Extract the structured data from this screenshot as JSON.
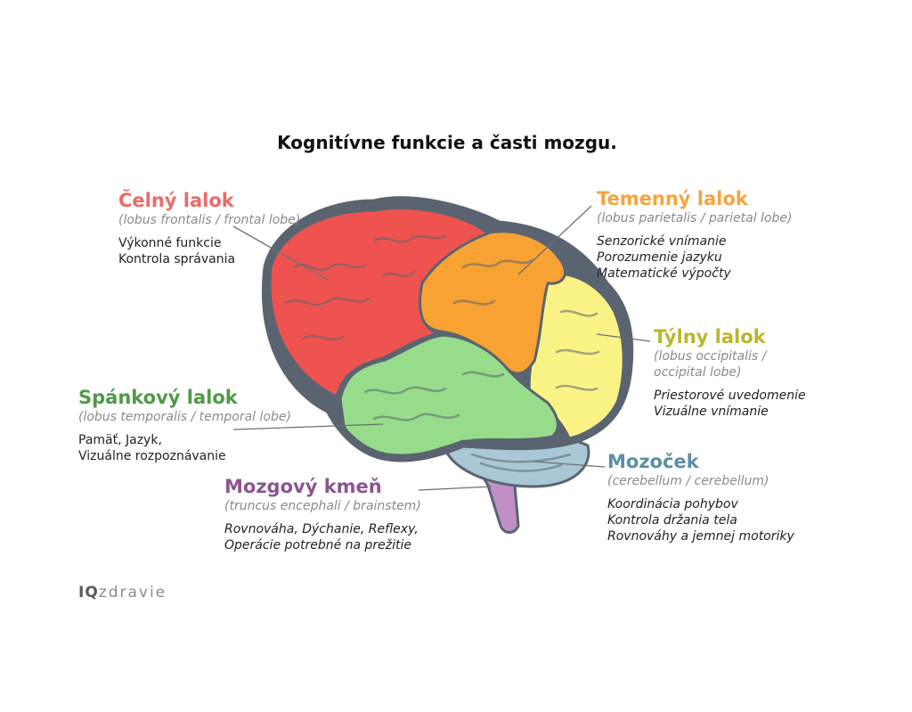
{
  "title": "Kognitívne funkcie a časti mozgu.",
  "colors": {
    "frontal": "#ef5350",
    "parietal": "#f7a233",
    "occipital": "#fbf285",
    "temporal": "#97dc8b",
    "cerebellum": "#a9c7d4",
    "brainstem": "#c18fc6",
    "outline": "#5a6470",
    "frontal_title": "#ec6a6a",
    "parietal_title": "#f5a441",
    "occipital_title": "#b9b62d",
    "temporal_title": "#4f9a47",
    "cerebellum_title": "#5b8fa2",
    "brainstem_title": "#8b5591"
  },
  "lobes": {
    "frontal": {
      "name": "Čelný lalok",
      "latin": "(lobus frontalis / frontal lobe)",
      "functions": [
        "Výkonné funkcie",
        "Kontrola správania"
      ]
    },
    "parietal": {
      "name": "Temenný lalok",
      "latin": "(lobus parietalis / parietal lobe)",
      "functions": [
        "Senzorické vnímanie",
        "Porozumenie jazyku",
        "Matematické výpočty"
      ]
    },
    "occipital": {
      "name": "Týlny lalok",
      "latin": [
        "(lobus occipitalis /",
        "occipital lobe)"
      ],
      "functions": [
        "Priestorové uvedomenie",
        "Vizuálne vnímanie"
      ]
    },
    "temporal": {
      "name": "Spánkový lalok",
      "latin": "(lobus temporalis / temporal lobe)",
      "functions": [
        "Pamäť, Jazyk,",
        "Vizuálne rozpoznávanie"
      ]
    },
    "cerebellum": {
      "name": "Mozoček",
      "latin": "(cerebellum / cerebellum)",
      "functions": [
        "Koordinácia pohybov",
        "Kontrola držania tela",
        "Rovnováhy a jemnej motoriky"
      ]
    },
    "brainstem": {
      "name": "Mozgový kmeň",
      "latin": "(truncus encephali / brainstem)",
      "functions": [
        "Rovnováha, Dýchanie, Reflexy,",
        "Operácie potrebné na prežitie"
      ]
    }
  },
  "logo": {
    "bold": "IQ",
    "rest": "zdravie"
  }
}
